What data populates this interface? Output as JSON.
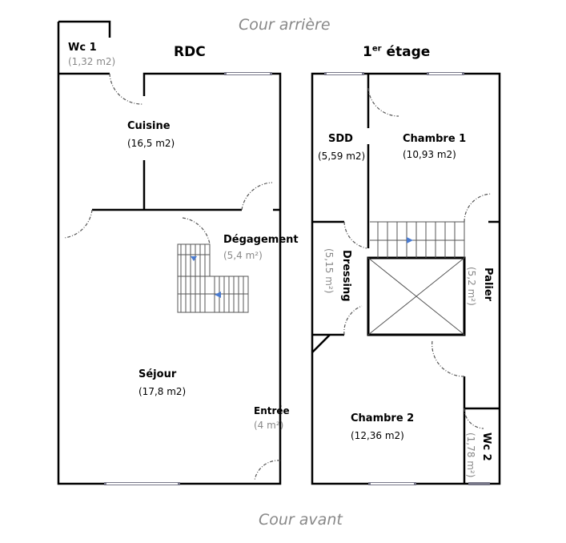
{
  "labels": {
    "back_yard": "Cour arrière",
    "front_yard": "Cour avant",
    "ground_floor": "RDC",
    "first_floor_num": "1",
    "first_floor_sup": "er",
    "first_floor_rest": " étage"
  },
  "rooms": {
    "wc1": {
      "name": "Wc 1",
      "area": "(1,32 m2)"
    },
    "cuisine": {
      "name": "Cuisine",
      "area": "(16,5 m2)"
    },
    "degagement": {
      "name": "Dégagement",
      "area": "(5,4 m²)"
    },
    "sejour": {
      "name": "Séjour",
      "area": "(17,8 m2)"
    },
    "entree": {
      "name": "Entrée",
      "area": "(4 m²)"
    },
    "sdd": {
      "name": "SDD",
      "area": "(5,59 m2)"
    },
    "chambre1": {
      "name": "Chambre 1",
      "area": "(10,93 m2)"
    },
    "dressing": {
      "name": "Dressing",
      "area": "(5,15 m²)"
    },
    "palier": {
      "name": "Palier",
      "area": "(5,2 m²)"
    },
    "chambre2": {
      "name": "Chambre 2",
      "area": "(12,36 m2)"
    },
    "wc2": {
      "name": "Wc 2",
      "area": "(1,78 m²)"
    }
  },
  "colors": {
    "wall": "#000000",
    "stair_arrow": "#4a7bd0"
  }
}
